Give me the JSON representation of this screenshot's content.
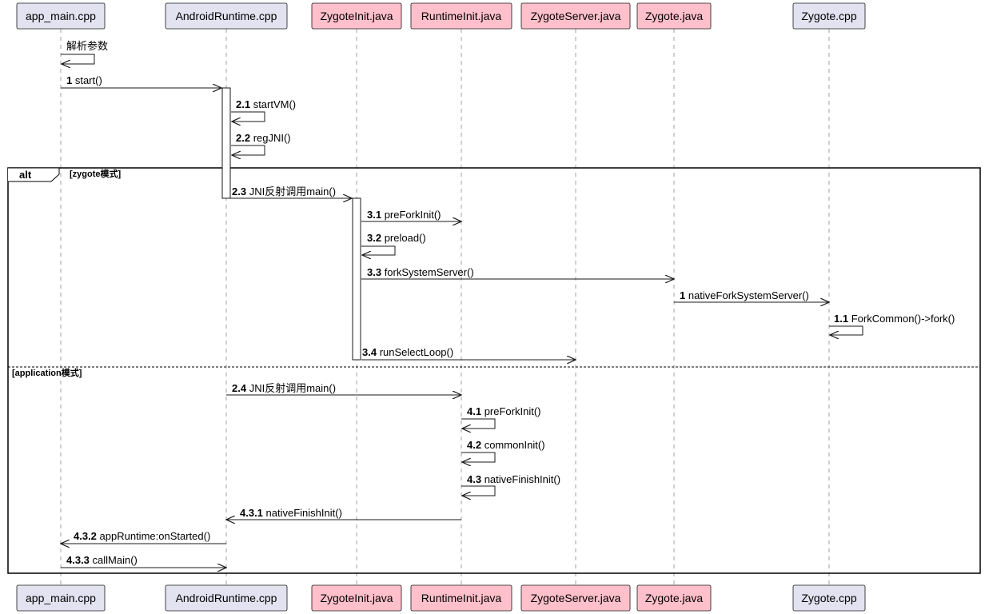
{
  "participants": [
    {
      "name": "app_main.cpp",
      "color": "#e2e2f0"
    },
    {
      "name": "AndroidRuntime.cpp",
      "color": "#e2e2f0"
    },
    {
      "name": "ZygoteInit.java",
      "color": "#ffc0cb"
    },
    {
      "name": "RuntimeInit.java",
      "color": "#ffc0cb"
    },
    {
      "name": "ZygoteServer.java",
      "color": "#ffc0cb"
    },
    {
      "name": "Zygote.java",
      "color": "#ffc0cb"
    },
    {
      "name": "Zygote.cpp",
      "color": "#e2e2f0"
    }
  ],
  "messages": [
    {
      "num": "",
      "label": "解析参数",
      "from": 0,
      "to": 0
    },
    {
      "num": "1",
      "label": "start()",
      "from": 0,
      "to": 1
    },
    {
      "num": "2.1",
      "label": "startVM()",
      "from": 1,
      "to": 1
    },
    {
      "num": "2.2",
      "label": "regJNI()",
      "from": 1,
      "to": 1
    },
    {
      "num": "2.3",
      "label": "JNI反射调用main()",
      "from": 1,
      "to": 2
    },
    {
      "num": "3.1",
      "label": "preForkInit()",
      "from": 2,
      "to": 3
    },
    {
      "num": "3.2",
      "label": "preload()",
      "from": 2,
      "to": 2
    },
    {
      "num": "3.3",
      "label": "forkSystemServer()",
      "from": 2,
      "to": 5
    },
    {
      "num": "1",
      "label": "nativeForkSystemServer()",
      "from": 5,
      "to": 6
    },
    {
      "num": "1.1",
      "label": "ForkCommon()->fork()",
      "from": 6,
      "to": 6
    },
    {
      "num": "3.4",
      "label": "runSelectLoop()",
      "from": 2,
      "to": 4
    },
    {
      "num": "2.4",
      "label": "JNI反射调用main()",
      "from": 1,
      "to": 3
    },
    {
      "num": "4.1",
      "label": "preForkInit()",
      "from": 3,
      "to": 3
    },
    {
      "num": "4.2",
      "label": "commonInit()",
      "from": 3,
      "to": 3
    },
    {
      "num": "4.3",
      "label": "nativeFinishInit()",
      "from": 3,
      "to": 3
    },
    {
      "num": "4.3.1",
      "label": "nativeFinishInit()",
      "from": 3,
      "to": 1
    },
    {
      "num": "4.3.2",
      "label": "appRuntime:onStarted()",
      "from": 1,
      "to": 0
    },
    {
      "num": "4.3.3",
      "label": "callMain()",
      "from": 0,
      "to": 1
    }
  ],
  "frame": {
    "label": "alt",
    "guards": [
      "[zygote模式]",
      "[application模式]"
    ]
  },
  "colors": {
    "line": "#181818",
    "lifeline": "#a0a0a0",
    "activation": "#ffffff"
  }
}
